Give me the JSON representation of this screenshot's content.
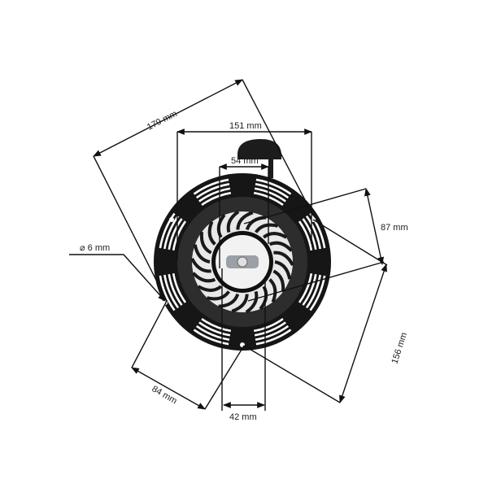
{
  "dimensions": {
    "diagonal_width": "179 mm",
    "outer_width": "151 mm",
    "handle_offset": "54 mm",
    "hub_height": "87 mm",
    "hole_diameter": "⌀ 6 mm",
    "diagonal_height": "156 mm",
    "mount_spacing": "84 mm",
    "bottom_width": "42 mm"
  },
  "colors": {
    "body": "#1a1a1a",
    "ring": "#2e2e2e",
    "hub": "#f2f2f2",
    "line": "#111111"
  }
}
